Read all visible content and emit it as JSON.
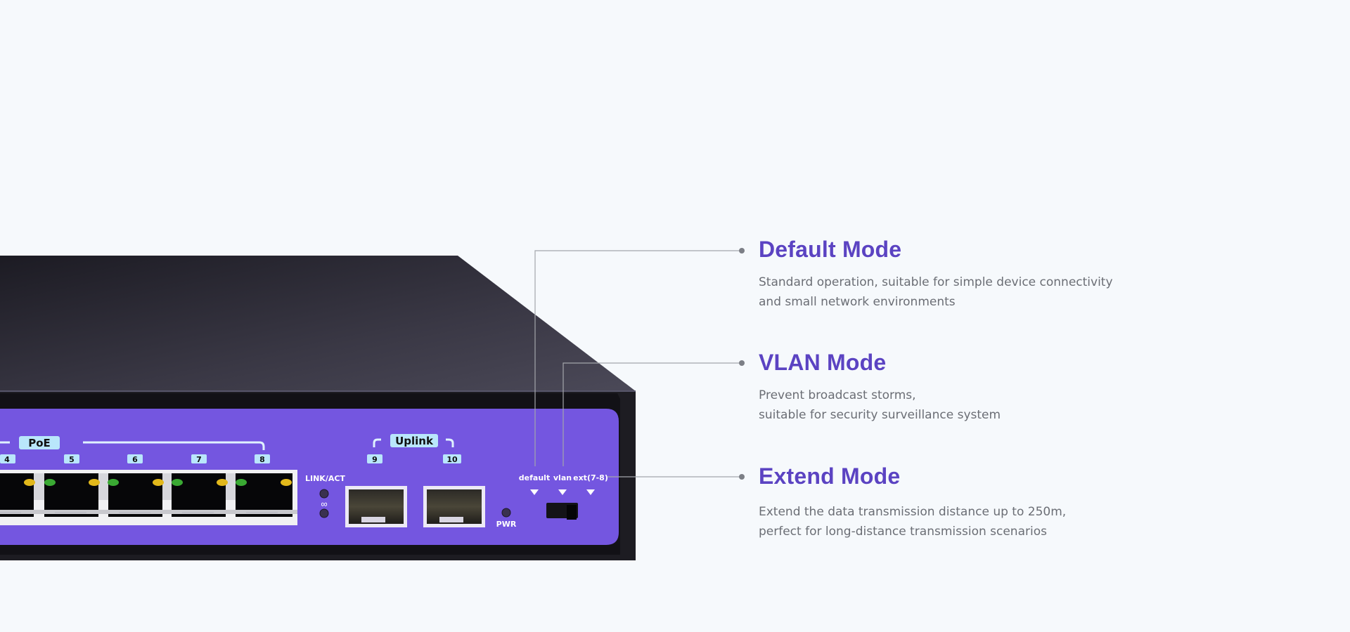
{
  "switch": {
    "poe_label": "PoE",
    "uplink_label": "Uplink",
    "port_numbers": [
      "4",
      "5",
      "6",
      "7",
      "8"
    ],
    "sfp_numbers": [
      "9",
      "10"
    ],
    "link_act_label": "LINK/ACT",
    "pwr_label": "PWR",
    "switch_labels": [
      "default",
      "vlan",
      "ext(7-8)"
    ]
  },
  "modes": [
    {
      "title": "Default Mode",
      "description_lines": [
        "Standard operation, suitable for simple device connectivity",
        "and small network environments"
      ]
    },
    {
      "title": "VLAN Mode",
      "description_lines": [
        "Prevent broadcast storms,",
        "suitable for security surveillance system"
      ]
    },
    {
      "title": "Extend Mode",
      "description_lines": [
        "Extend the data transmission distance up to 250m,",
        "perfect for long-distance transmission scenarios"
      ]
    }
  ],
  "colors": {
    "background": "#f6f9fc",
    "accent": "#5b43c2",
    "panel": "#7456e0",
    "chassis": "#26252c",
    "label_fill": "#b9e6fb",
    "led_green": "#3aa933",
    "led_yellow": "#e2b81b",
    "description_text": "#6b6e75",
    "callout_line": "#a4a6ab"
  }
}
